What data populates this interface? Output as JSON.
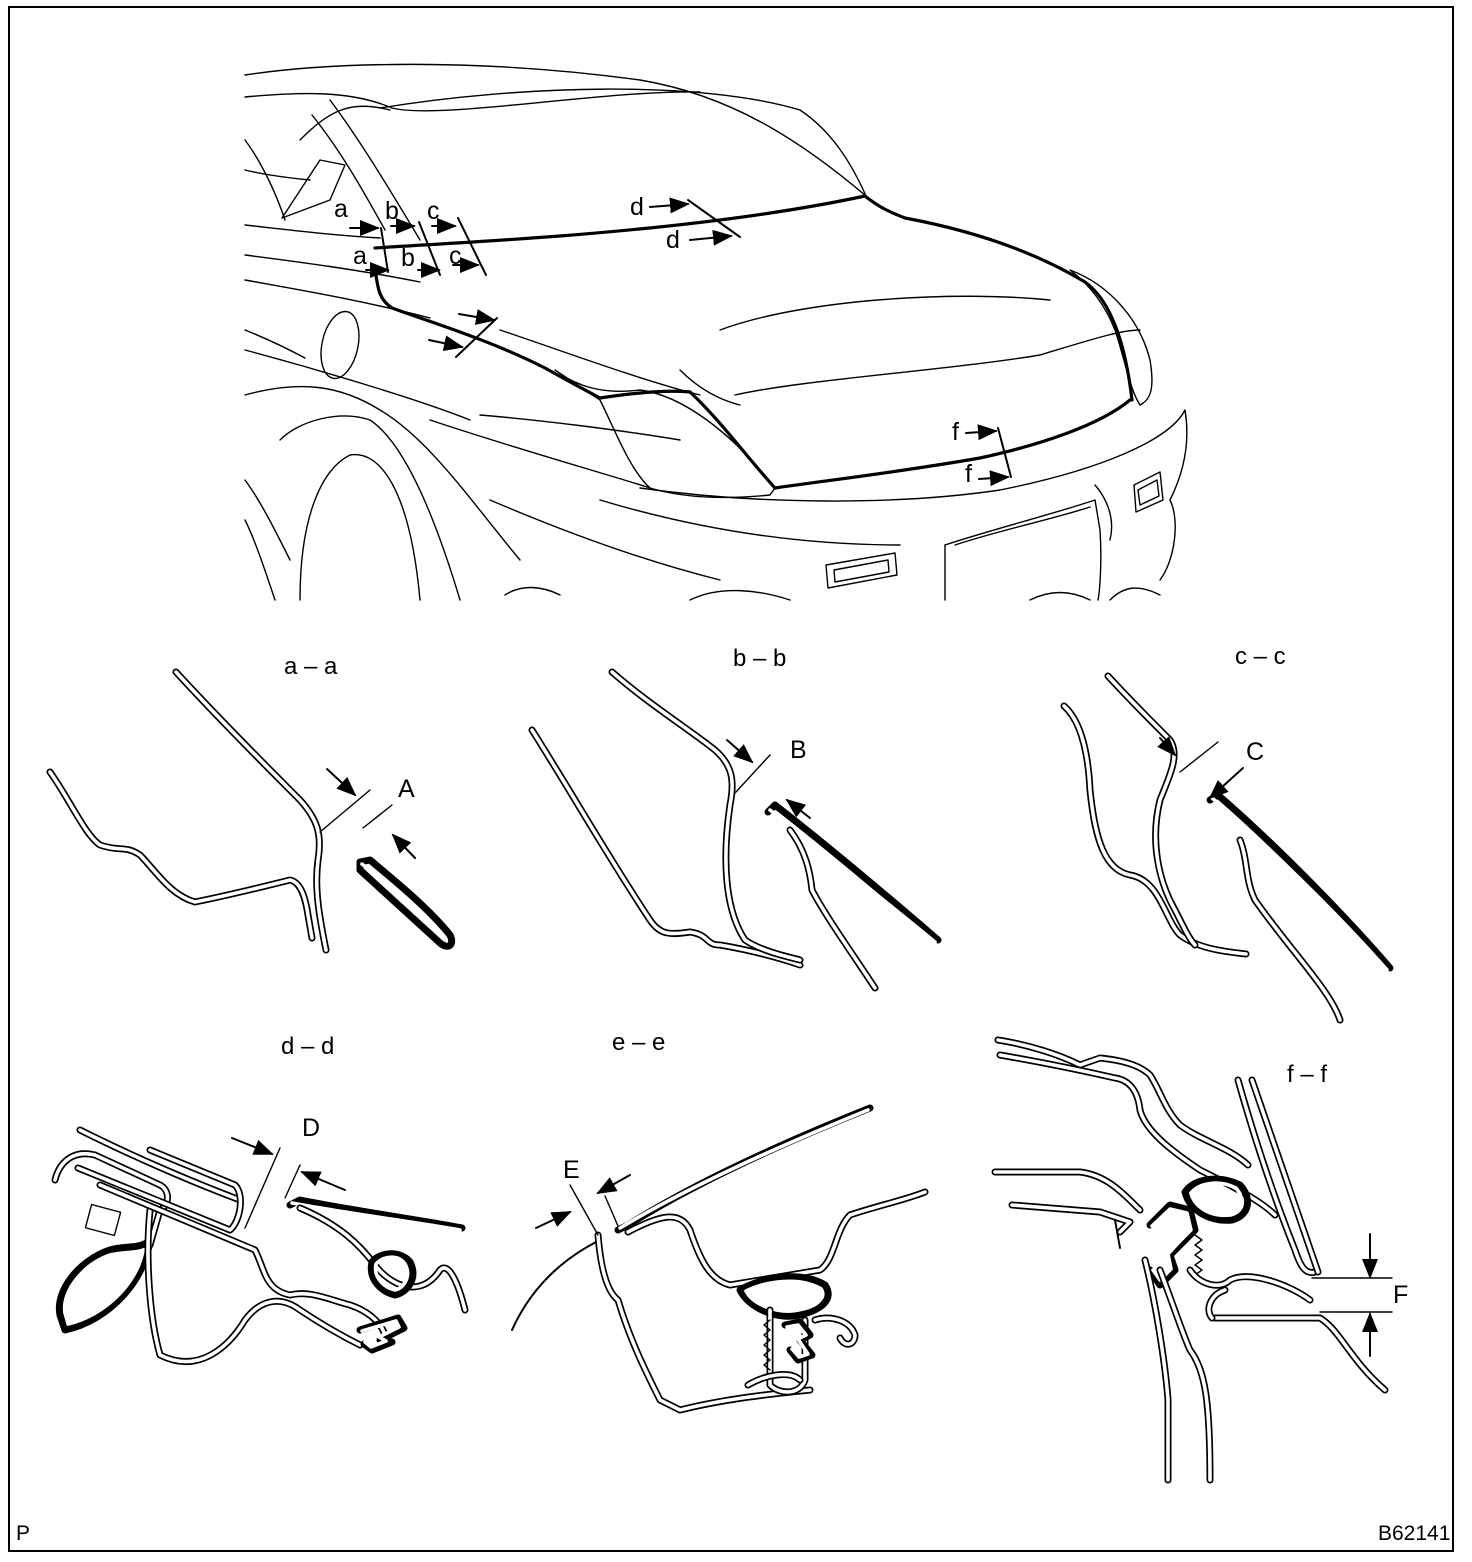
{
  "figure_code": "B62141",
  "corner_mark": "P",
  "car_marks": {
    "a": "a",
    "b": "b",
    "c": "c",
    "d": "d",
    "f": "f"
  },
  "sections": {
    "aa": {
      "title": "a – a",
      "gap_label": "A"
    },
    "bb": {
      "title": "b – b",
      "gap_label": "B"
    },
    "cc": {
      "title": "c – c",
      "gap_label": "C"
    },
    "dd": {
      "title": "d – d",
      "gap_label": "D"
    },
    "ee": {
      "title": "e – e",
      "gap_label": "E"
    },
    "ff": {
      "title": "f – f",
      "gap_label": "F"
    }
  }
}
